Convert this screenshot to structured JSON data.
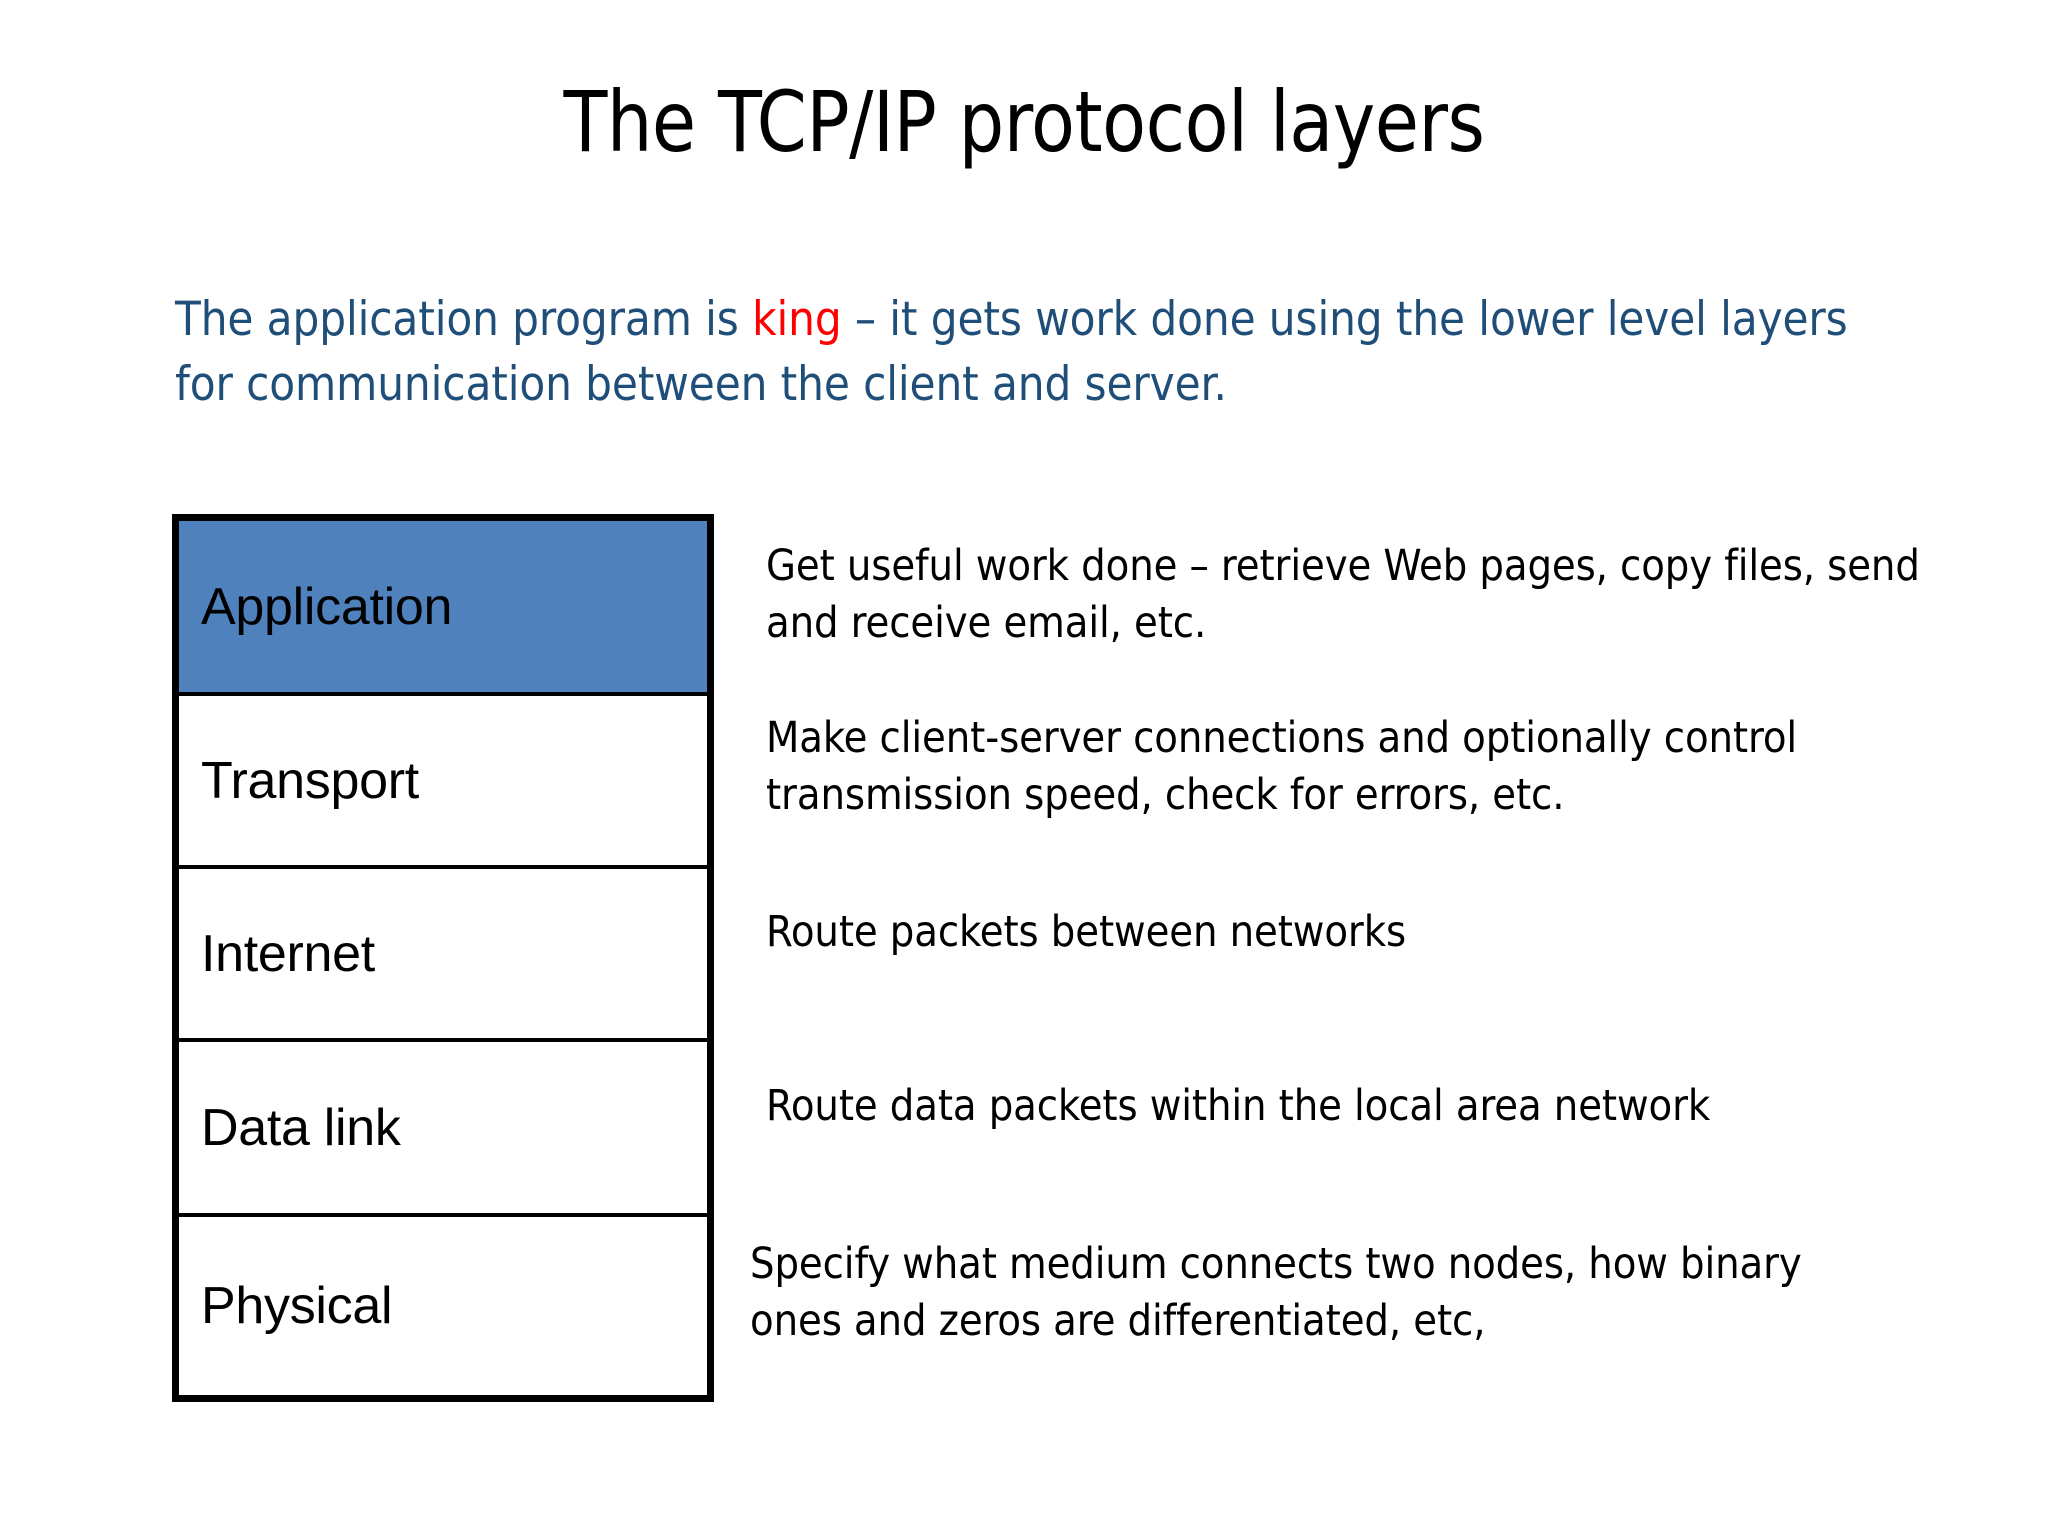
{
  "slide": {
    "title": "The TCP/IP protocol layers",
    "subtitle": {
      "part1": "The application program is ",
      "highlight": "king",
      "part2": " – it gets work done using the lower level layers for communication between the client and server."
    },
    "colors": {
      "title_text": "#000000",
      "subtitle_text": "#1F4E79",
      "highlight_text": "#FF0000",
      "highlight_layer_fill": "#4F81BD",
      "box_border": "#000000",
      "description_text": "#000000",
      "background": "#FFFFFF"
    },
    "layers": [
      {
        "name": "Application",
        "highlighted": true,
        "description": "Get useful work done – retrieve Web pages, copy files, send and receive email, etc."
      },
      {
        "name": "Transport",
        "highlighted": false,
        "description": "Make client-server connections and optionally control transmission speed, check for errors, etc."
      },
      {
        "name": "Internet",
        "highlighted": false,
        "description": "Route packets between networks"
      },
      {
        "name": "Data link",
        "highlighted": false,
        "description": "Route data packets within the local area network"
      },
      {
        "name": "Physical",
        "highlighted": false,
        "description": "Specify what medium connects two nodes, how binary ones and zeros are differentiated, etc,"
      }
    ]
  }
}
